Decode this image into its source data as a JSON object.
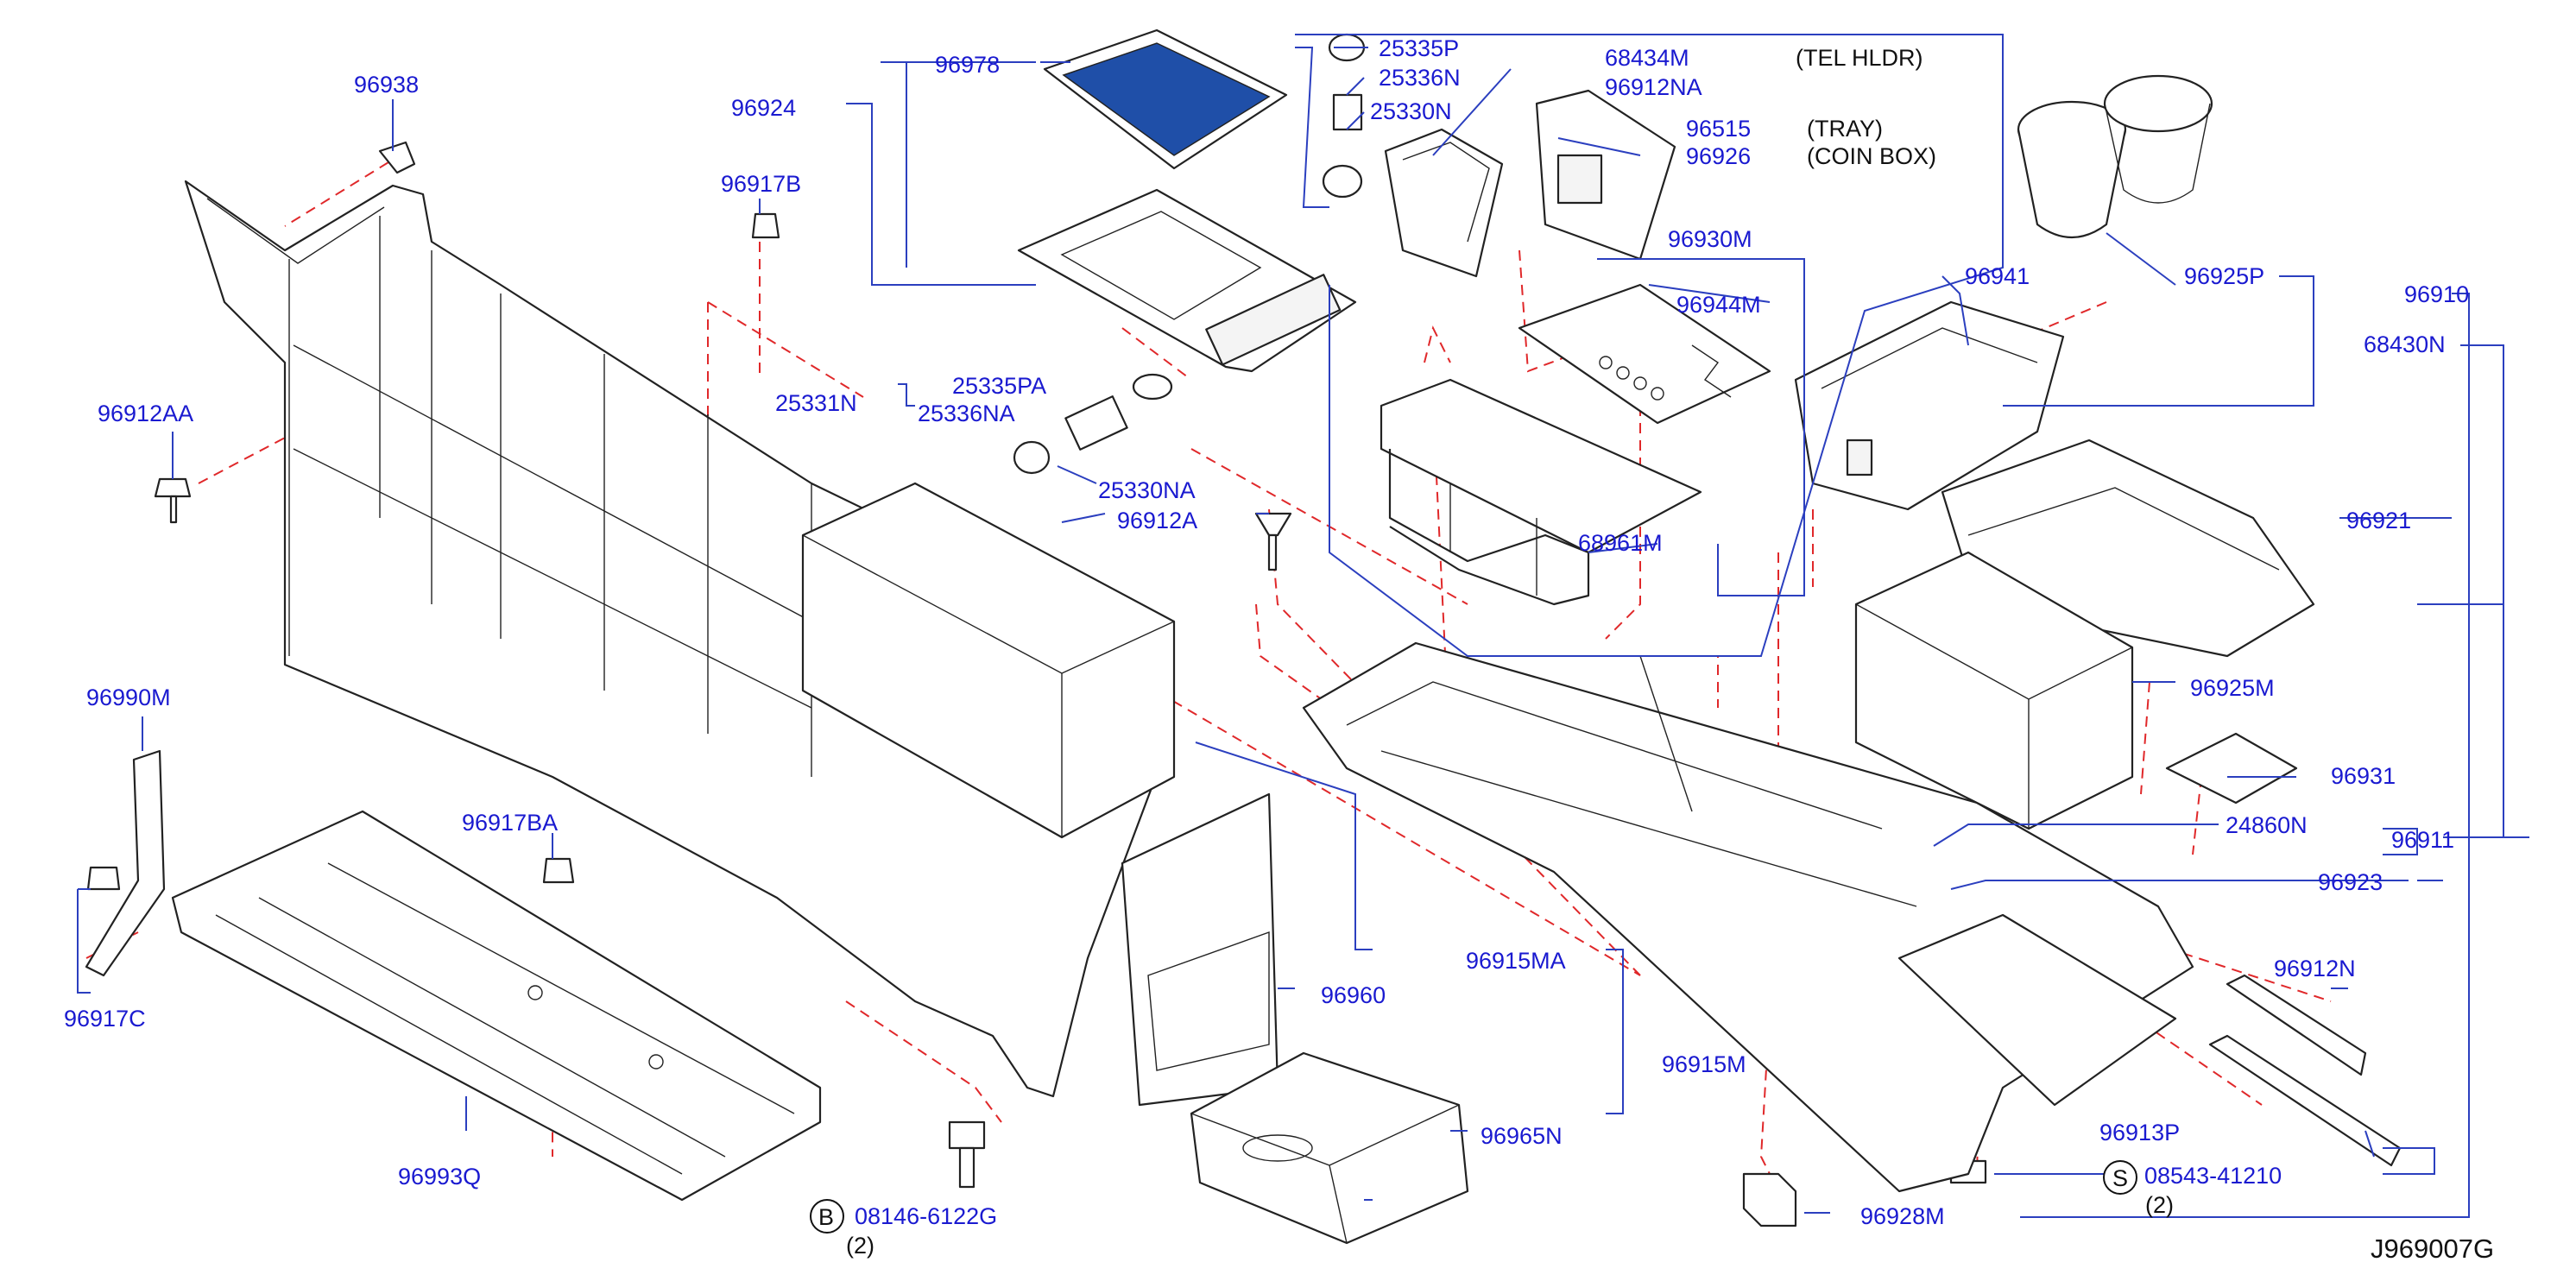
{
  "diagram": {
    "ref_code": "J969007G",
    "labels": {
      "p96938": "96938",
      "p96917B": "96917B",
      "p96912AA": "96912AA",
      "p96990M": "96990M",
      "p96917C": "96917C",
      "p96917BA": "96917BA",
      "p96993Q": "96993Q",
      "p96924": "96924",
      "p96978": "96978",
      "p25331N": "25331N",
      "p25335PA": "25335PA",
      "p25336NA": "25336NA",
      "p25330NA": "25330NA",
      "p96912A": "96912A",
      "p96960": "96960",
      "p96915MA": "96915MA",
      "p96915M": "96915M",
      "p96965N": "96965N",
      "p08146": "08146-6122G",
      "p08146_qty": "(2)",
      "p25335P": "25335P",
      "p25336N": "25336N",
      "p25330N": "25330N",
      "p68434M": "68434M",
      "p96912NA": "96912NA",
      "p96515": "96515",
      "p96926": "96926",
      "p96930M": "96930M",
      "p96944M": "96944M",
      "p68961M": "68961M",
      "p96941": "96941",
      "p96925P": "96925P",
      "p96910": "96910",
      "p68430N": "68430N",
      "p96921": "96921",
      "p96925M": "96925M",
      "p96931": "96931",
      "p24860N": "24860N",
      "p96911": "96911",
      "p96923": "96923",
      "p96912N": "96912N",
      "p96913P": "96913P",
      "p08543": "08543-41210",
      "p08543_qty": "(2)",
      "p96928M": "96928M"
    },
    "notes": {
      "tel_hldr": "(TEL HLDR)",
      "tray": "(TRAY)",
      "coin_box": "(COIN BOX)"
    },
    "symbols": {
      "bolt_b": "B",
      "screw_s": "S"
    },
    "colors": {
      "label": "#1a1ad0",
      "leader": "#2b3fbf",
      "dashed_guide": "#e0282a",
      "mat": "#1f4fa8",
      "outline": "#222222"
    }
  }
}
